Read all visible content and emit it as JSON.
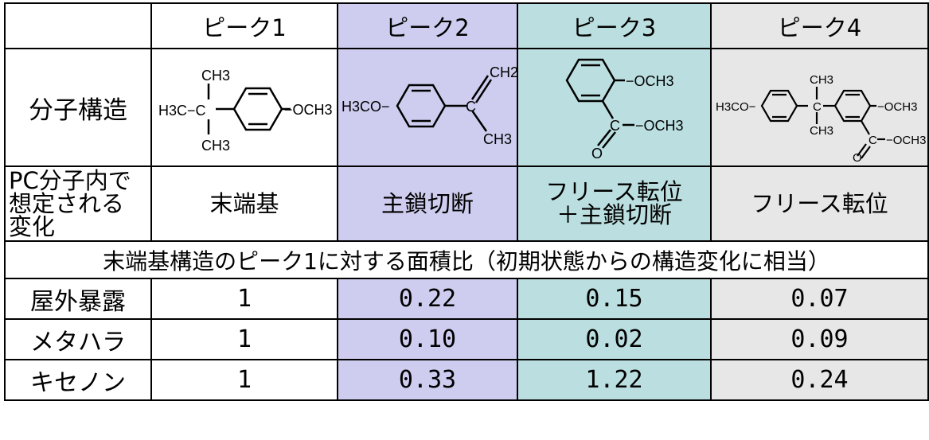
{
  "header": {
    "blank": "",
    "peaks": [
      "ピーク1",
      "ピーク2",
      "ピーク3",
      "ピーク4"
    ]
  },
  "structure_row": {
    "label": "分子構造",
    "molecules": {
      "peak1": {
        "labels": [
          "CH3",
          "H3C−C",
          "CH3",
          "−OCH3"
        ]
      },
      "peak2": {
        "labels": [
          "H3CO−",
          "CH2",
          "C",
          "CH3"
        ]
      },
      "peak3": {
        "labels": [
          "−OCH3",
          "C",
          "−OCH3",
          "O"
        ]
      },
      "peak4": {
        "labels": [
          "H3CO−",
          "CH3",
          "C",
          "CH3",
          "−OCH3",
          "C",
          "−OCH3",
          "O"
        ]
      }
    }
  },
  "change_row": {
    "label_lines": [
      "PC分子内で",
      "想定される",
      "変化"
    ],
    "values": [
      "末端基",
      "主鎖切断",
      "フリース転位\n＋主鎖切断",
      "フリース転位"
    ],
    "peak3_lines": [
      "フリース転位",
      "＋主鎖切断"
    ]
  },
  "section_title": "末端基構造のピーク1に対する面積比（初期状態からの構造変化に相当）",
  "data_rows": [
    {
      "label": "屋外暴露",
      "values": [
        "1",
        "0.22",
        "0.15",
        "0.07"
      ]
    },
    {
      "label": "メタハラ",
      "values": [
        "1",
        "0.10",
        "0.02",
        "0.09"
      ]
    },
    {
      "label": "キセノン",
      "values": [
        "1",
        "0.33",
        "1.22",
        "0.24"
      ]
    }
  ],
  "colors": {
    "peak2_bg": "#cecdef",
    "peak3_bg": "#bbdfe0",
    "peak4_bg": "#e7e7e7"
  }
}
